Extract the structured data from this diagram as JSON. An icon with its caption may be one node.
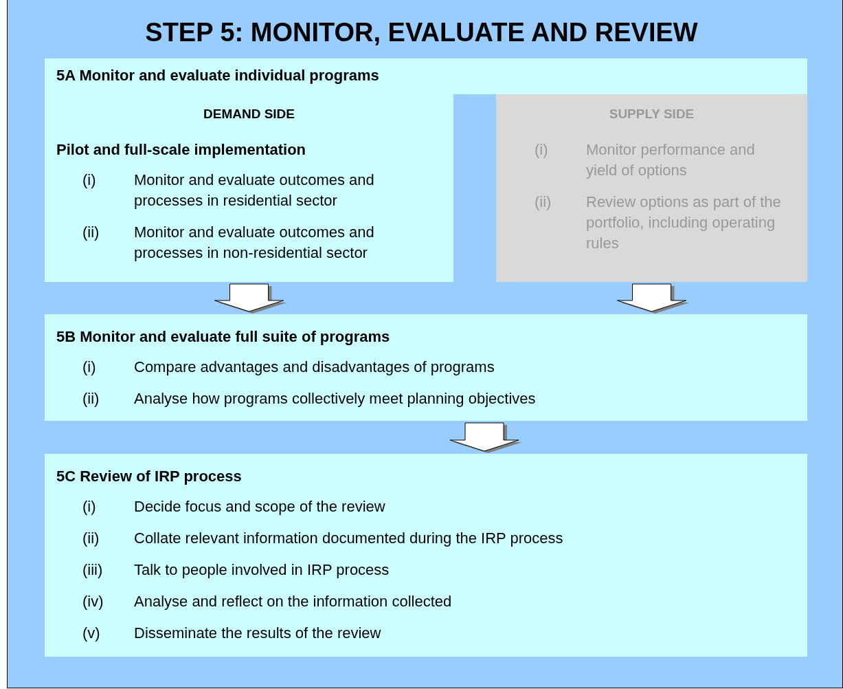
{
  "diagram": {
    "title": "STEP 5: MONITOR, EVALUATE AND REVIEW",
    "nodes": [
      {
        "text": [
          "5A Monitor and evaluate individual programs"
        ]
      },
      {
        "text": [
          "DEMAND SIDE",
          "Pilot and full-scale implementation",
          "(i)",
          "Monitor and evaluate outcomes and processes in residential sector",
          "(ii)",
          "Monitor and evaluate outcomes and processes in non-residential sector"
        ]
      },
      {
        "text": [
          "SUPPLY SIDE",
          "(i)",
          "Monitor performance and yield of options",
          "(ii)",
          "Review options as part of the portfolio, including operating rules"
        ]
      },
      {
        "text": [
          "5B Monitor and evaluate full suite of programs",
          "(i)",
          "Compare advantages and disadvantages of programs",
          "(ii)",
          "Analyse how programs collectively meet planning objectives"
        ]
      },
      {
        "text": [
          "5C Review of IRP process",
          "(i)",
          "Decide focus and scope of the review",
          "(ii)",
          "Collate relevant information documented during the IRP process",
          "(iii)",
          "Talk to people involved in IRP process",
          "(iv)",
          "Analyse and reflect on the information collected",
          "(v)",
          "Disseminate the results of the review"
        ]
      }
    ],
    "edges": [
      {
        "from": 1,
        "to": 3,
        "arrow": "to"
      },
      {
        "from": 2,
        "to": 3,
        "arrow": "to"
      },
      {
        "from": 3,
        "to": 4,
        "arrow": "to"
      }
    ]
  }
}
